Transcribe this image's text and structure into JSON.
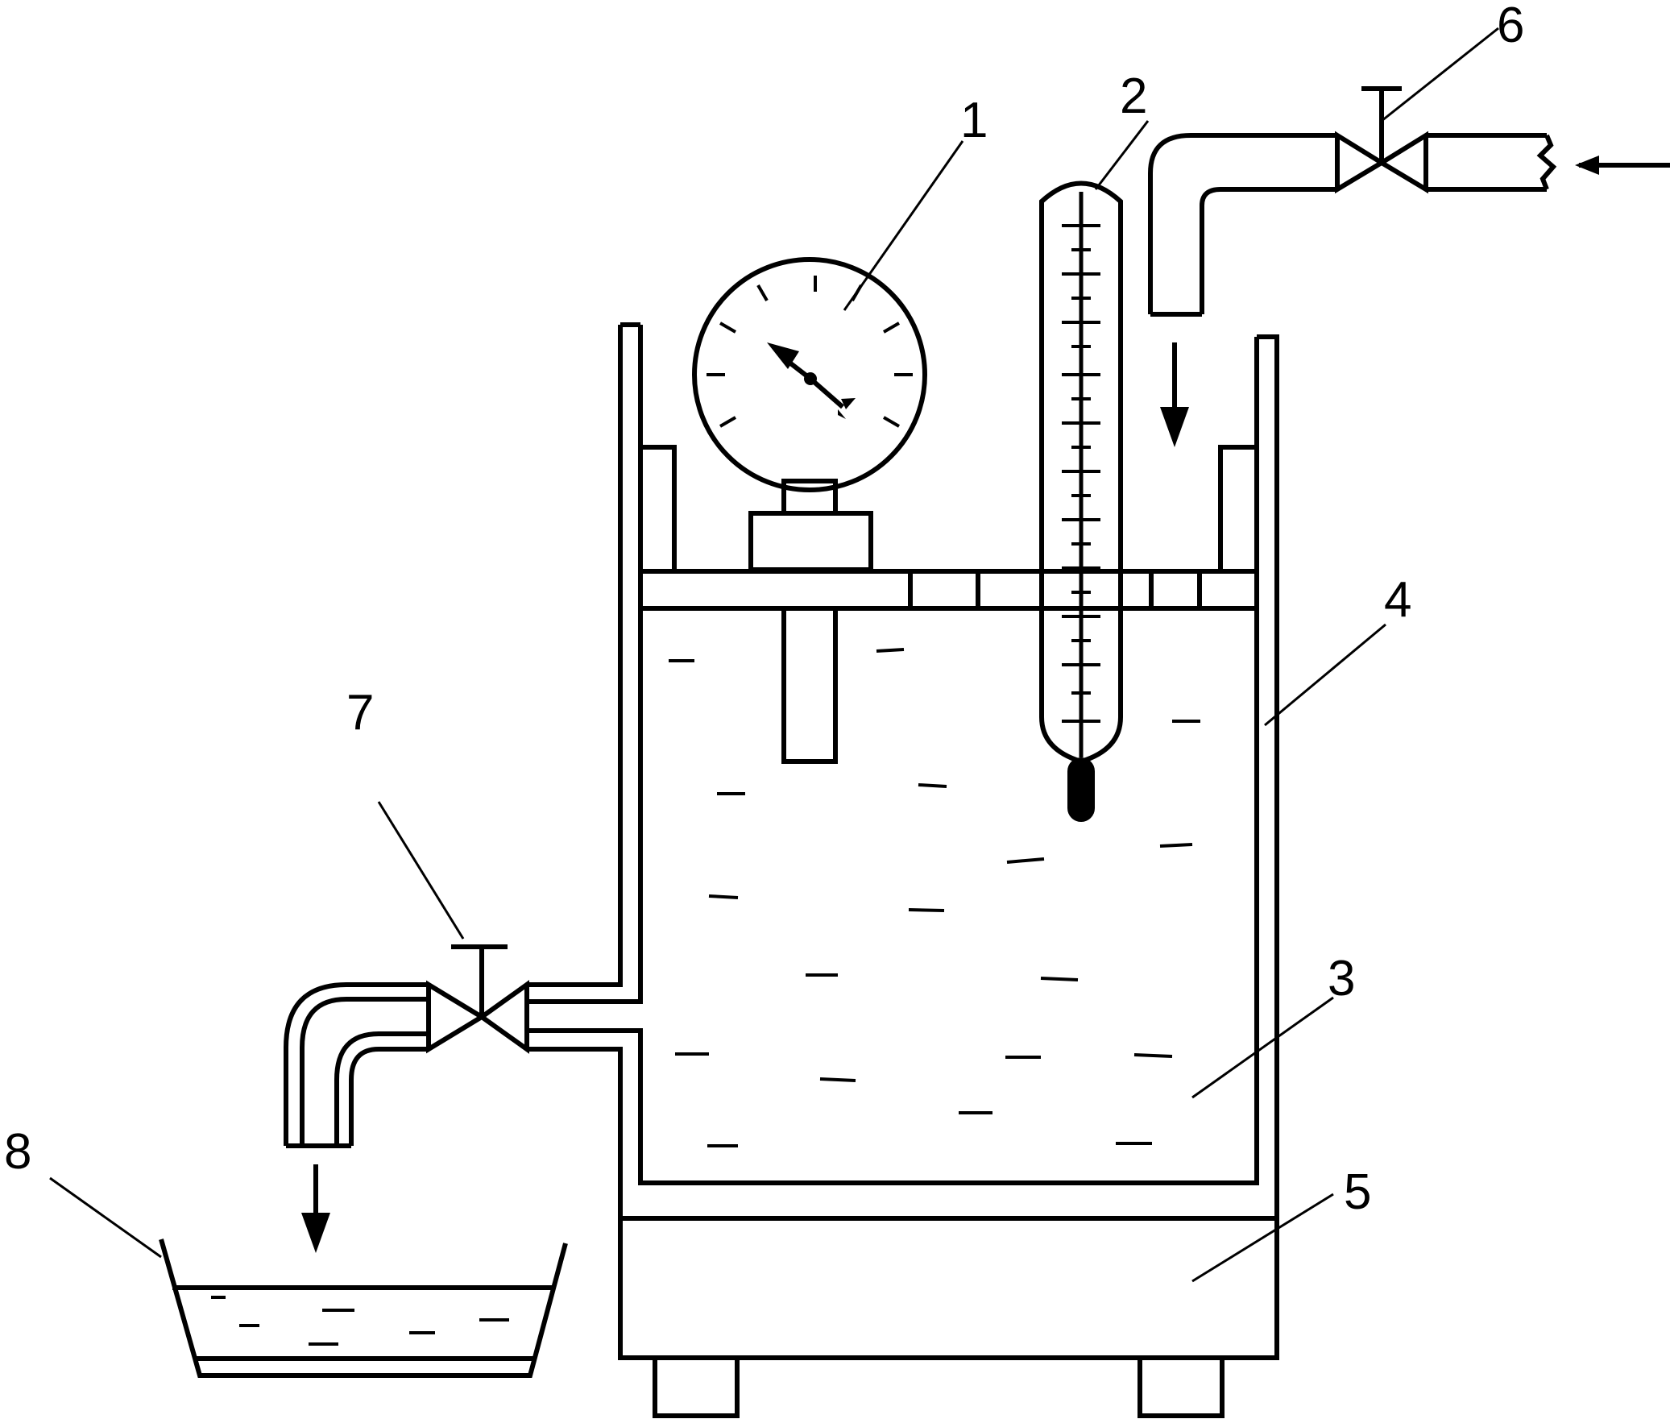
{
  "diagram": {
    "labels": {
      "gauge": "1",
      "thermometer": "2",
      "liquid": "3",
      "vessel": "4",
      "base": "5",
      "inlet_valve": "6",
      "outlet_valve": "7",
      "collector": "8"
    }
  }
}
